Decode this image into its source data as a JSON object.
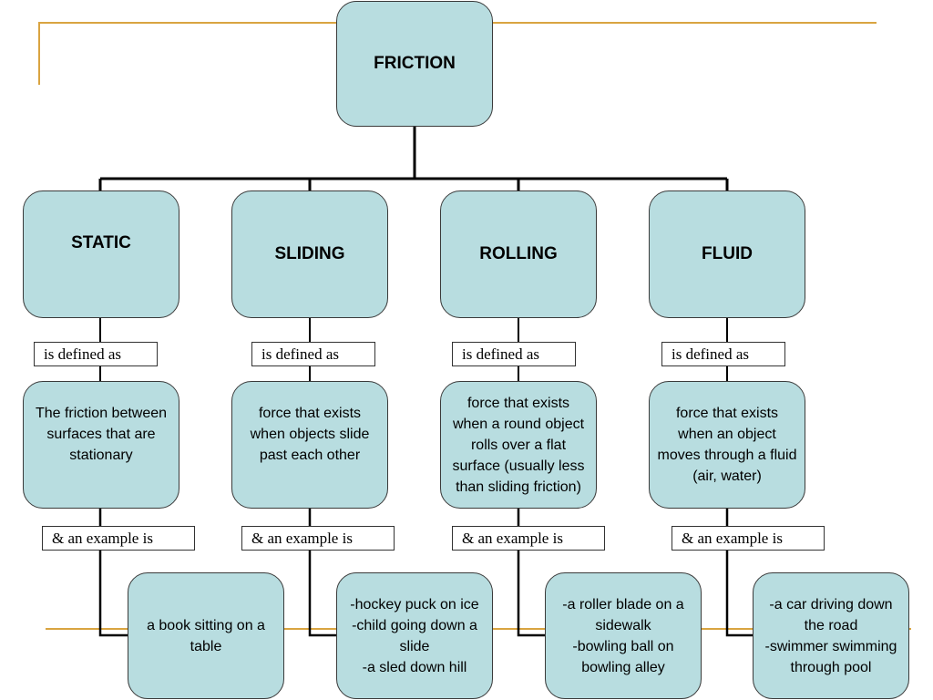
{
  "colors": {
    "box_fill": "#b8dde0",
    "accent_line": "#d9a441",
    "connector": "#000000"
  },
  "root": {
    "label": "FRICTION"
  },
  "branches": [
    {
      "type": "STATIC",
      "relation": "is defined as",
      "definition": "The friction between\nsurfaces that are\nstationary",
      "example_relation": "& an example is",
      "example": "a book sitting on a\ntable"
    },
    {
      "type": "SLIDING",
      "relation": "is defined as",
      "definition": "force that exists\nwhen objects slide\npast each other",
      "example_relation": "& an example is",
      "example": "-hockey puck on ice\n-child going down a\nslide\n-a sled down hill"
    },
    {
      "type": "ROLLING",
      "relation": "is defined as",
      "definition": "force that exists\nwhen a round object\nrolls over a flat\nsurface (usually less\nthan sliding friction)",
      "example_relation": "& an example is",
      "example": "-a roller blade on a\nsidewalk\n-bowling ball on\nbowling alley"
    },
    {
      "type": "FLUID",
      "relation": "is defined as",
      "definition": "force that exists\nwhen an object\nmoves through a fluid\n(air, water)",
      "example_relation": "& an example is",
      "example": "-a car driving down\nthe road\n-swimmer swimming\nthrough pool"
    }
  ]
}
